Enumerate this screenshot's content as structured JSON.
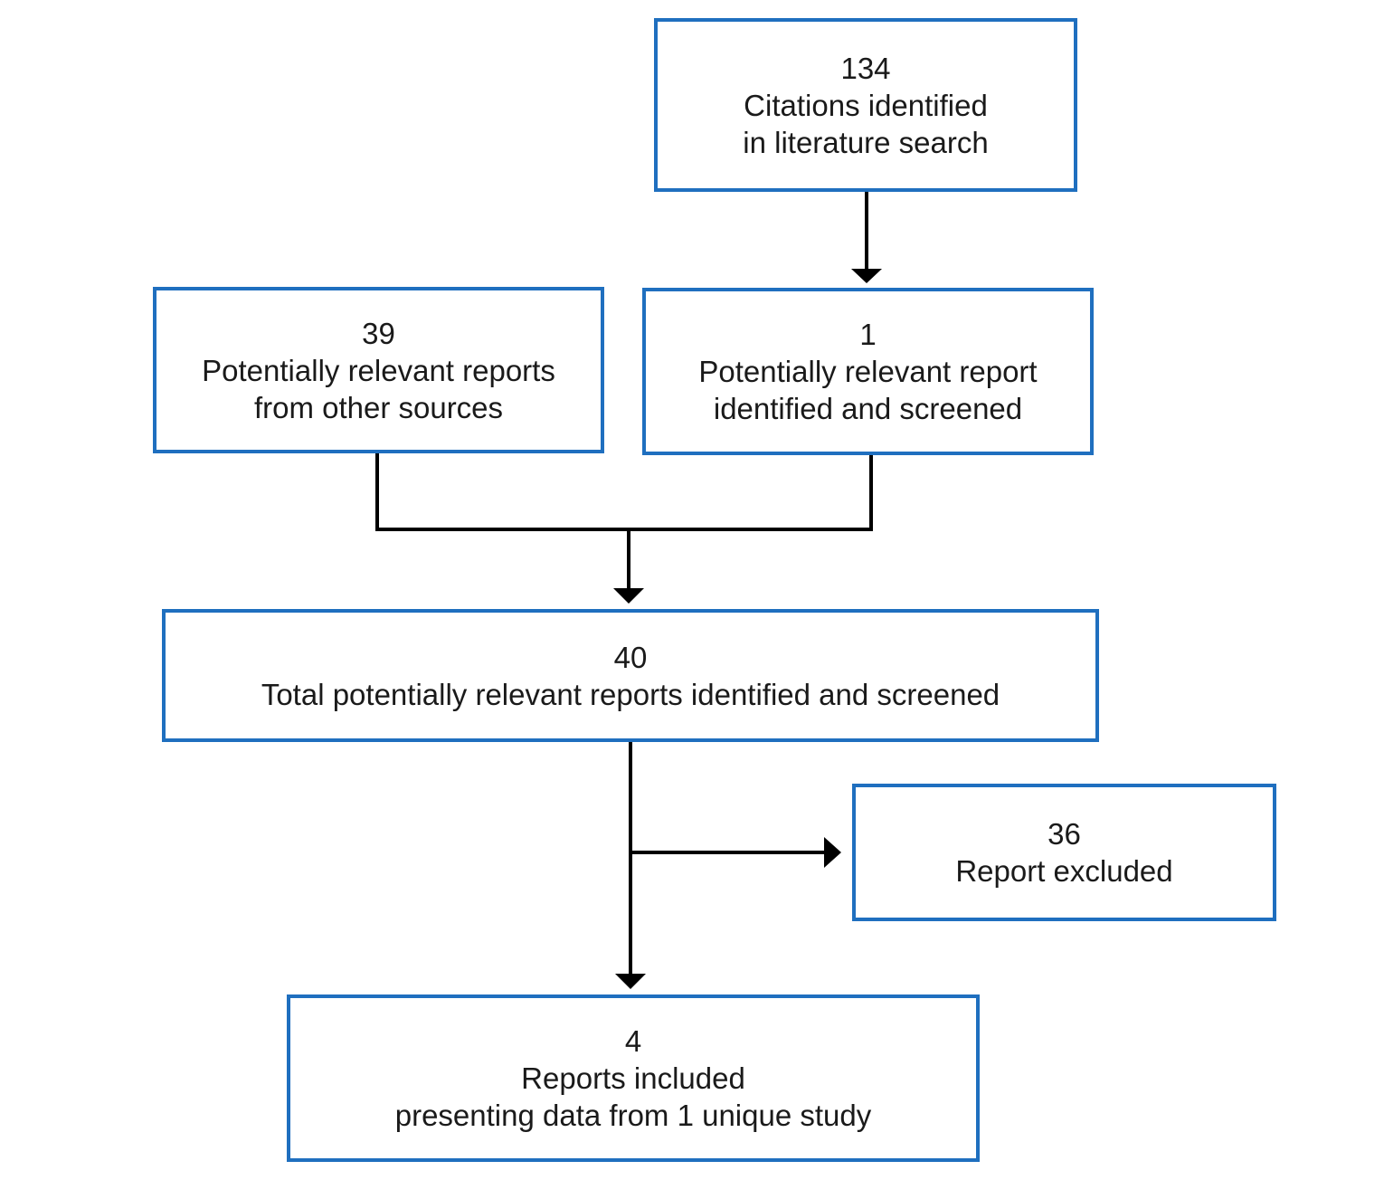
{
  "colors": {
    "box_border": "#1f6fbf",
    "connector": "#000000",
    "text": "#1a1a1a"
  },
  "boxes": {
    "citations": {
      "count": "134",
      "line1": "Citations identified",
      "line2": "in literature search"
    },
    "other_sources": {
      "count": "39",
      "line1": "Potentially relevant reports",
      "line2": "from other sources"
    },
    "screened": {
      "count": "1",
      "line1": "Potentially relevant report",
      "line2": "identified and screened"
    },
    "total": {
      "count": "40",
      "line1": "Total potentially relevant reports identified and screened"
    },
    "excluded": {
      "count": "36",
      "line1": "Report excluded"
    },
    "included": {
      "count": "4",
      "line1": "Reports included",
      "line2": "presenting data from 1 unique study"
    }
  }
}
